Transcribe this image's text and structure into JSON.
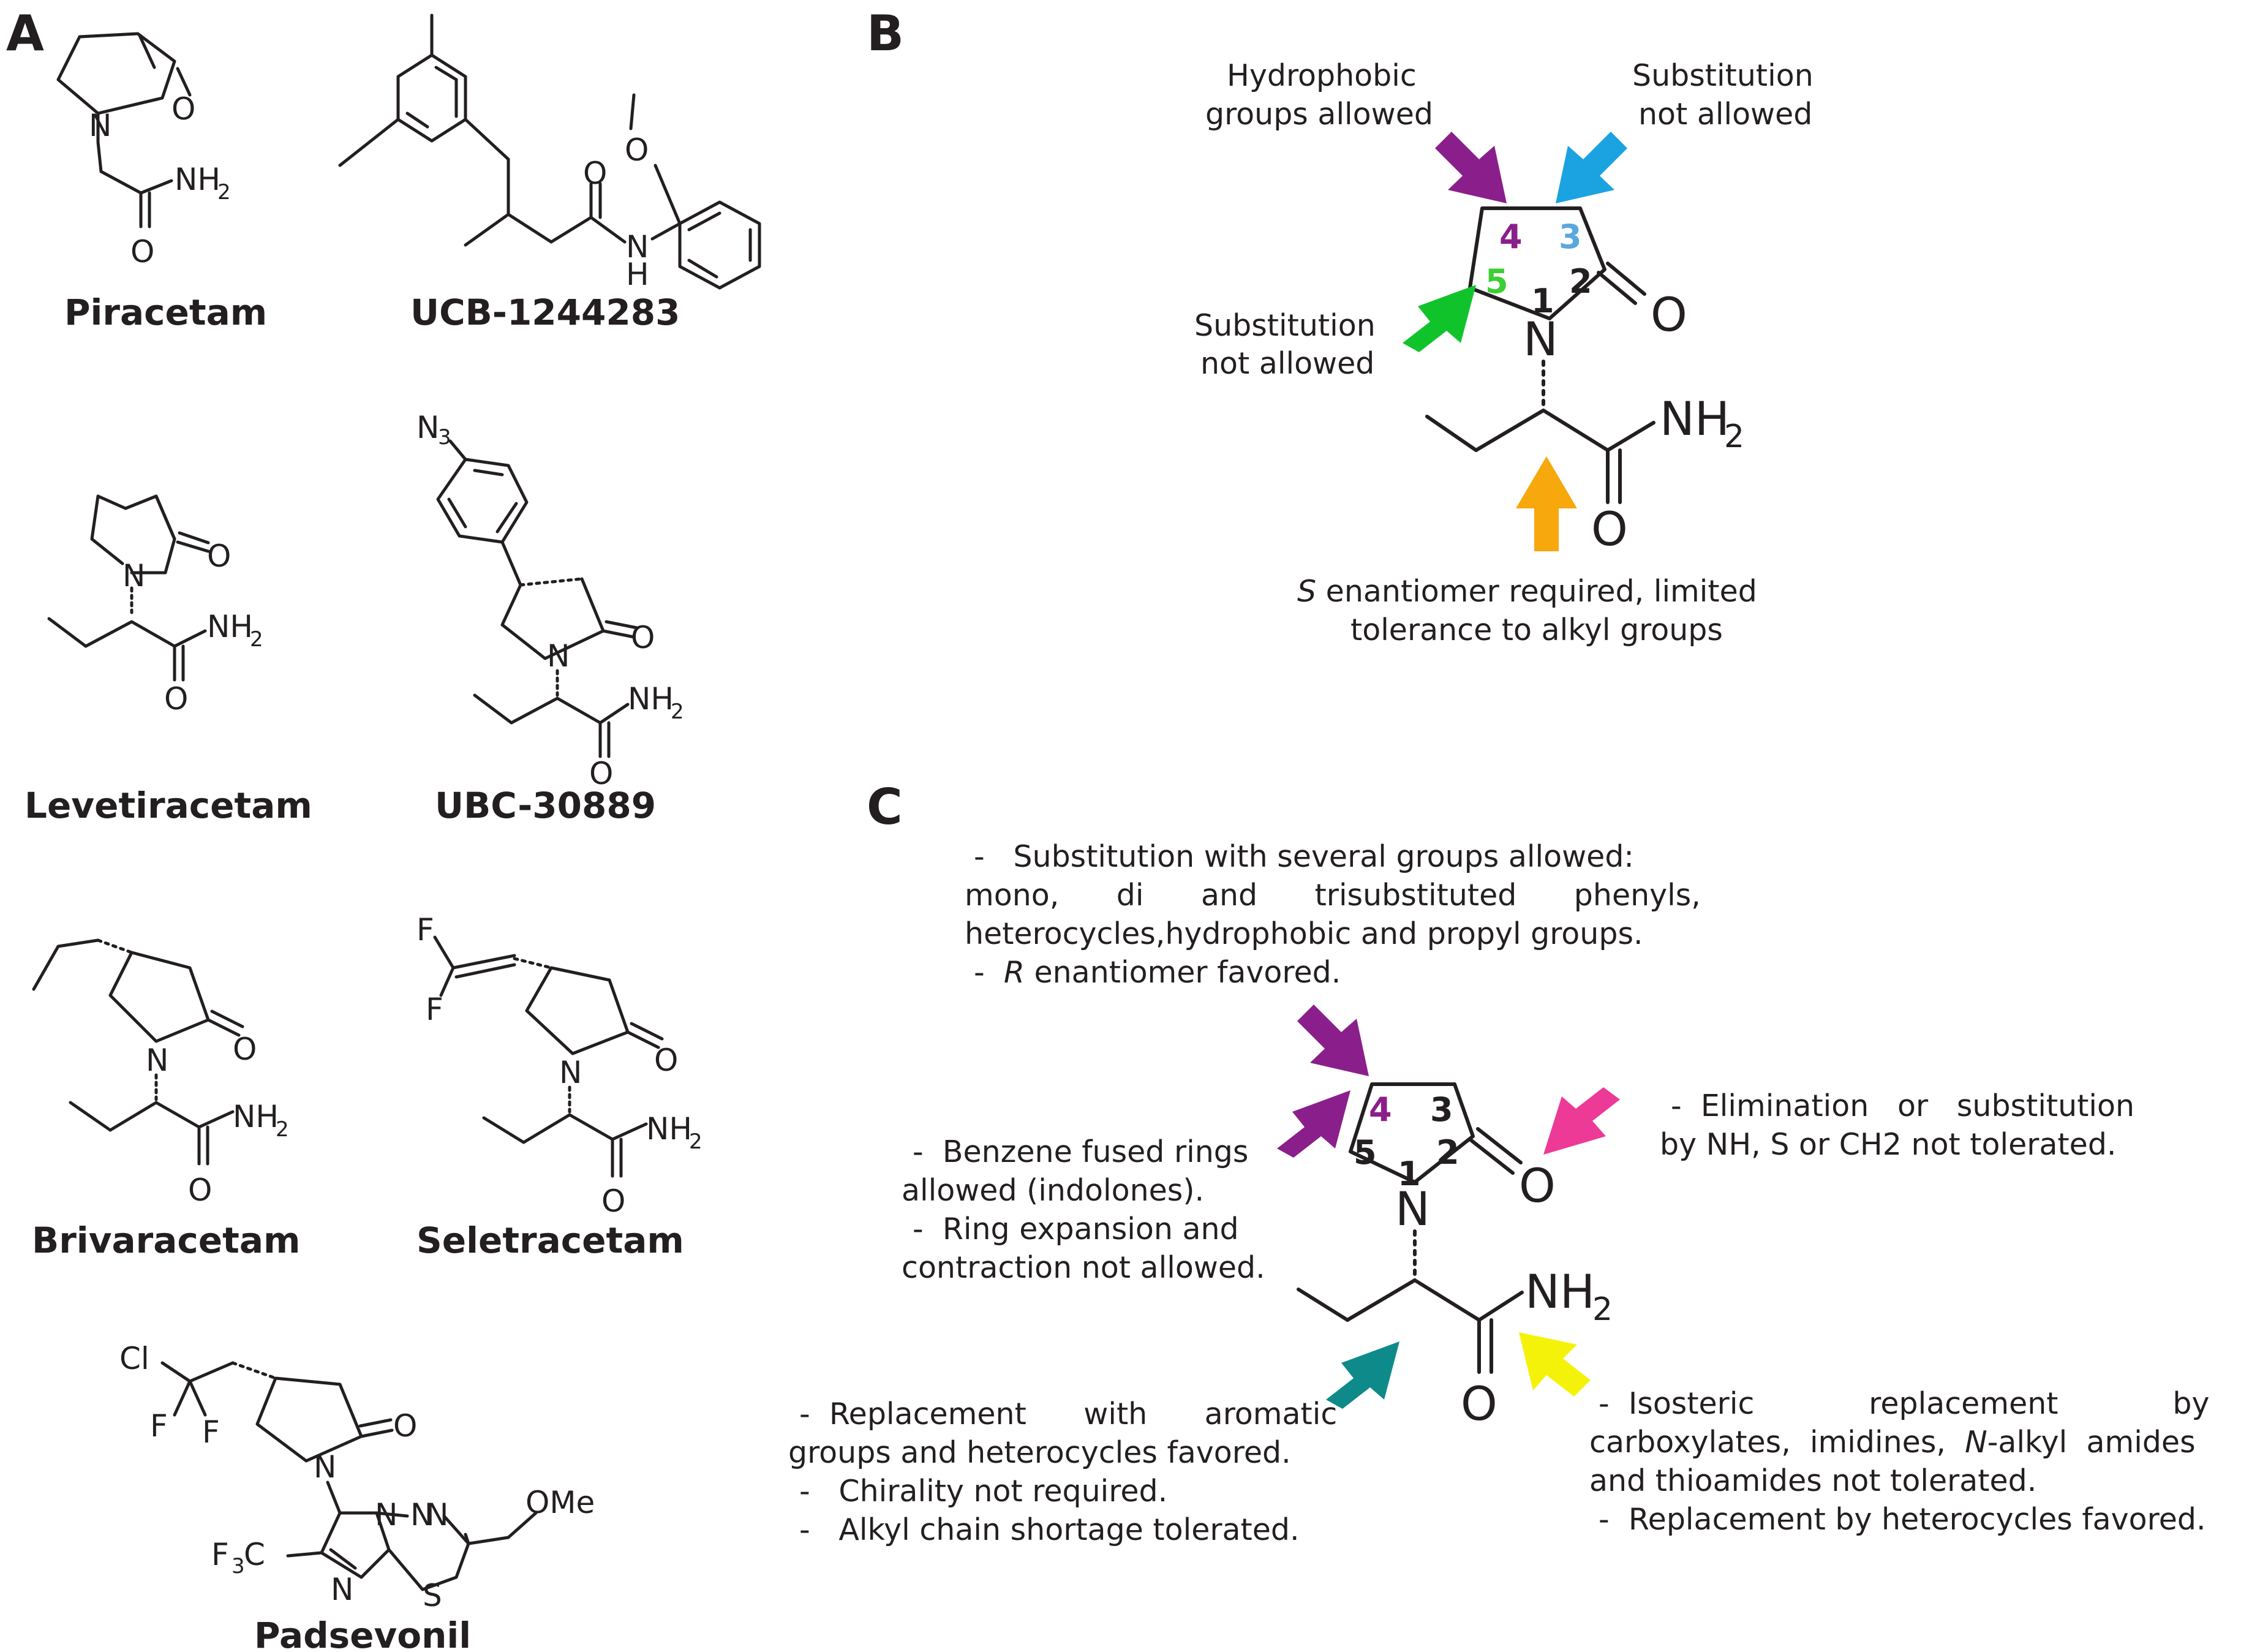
{
  "panels": {
    "a": "A",
    "b": "B",
    "c": "C"
  },
  "atoms": {
    "o": "O",
    "n": "N",
    "s": "S",
    "nh": "NH",
    "h": "H",
    "h2": "2",
    "n3sub": "3",
    "three": "3",
    "cl": "Cl",
    "f": "F",
    "c": "C",
    "ome": "OMe"
  },
  "compounds": {
    "piracetam": "Piracetam",
    "ucb": "UCB-1244283",
    "levetiracetam": "Levetiracetam",
    "ubc": "UBC-30889",
    "brivaracetam": "Brivaracetam",
    "seletracetam": "Seletracetam",
    "padsevonil": "Padsevonil"
  },
  "ring_numbers": [
    "1",
    "2",
    "3",
    "4",
    "5"
  ],
  "colors": {
    "purple": "#8a1f8c",
    "blue": "#1aa3e0",
    "green": "#11c32a",
    "orange": "#f7a80d",
    "magenta": "#ec3a96",
    "teal": "#0f8a8a",
    "yellow": "#f5f20a",
    "blue_number": "#5aa8de",
    "green_number": "#3ccf33"
  },
  "panel_b": {
    "pos4_line1": "Hydrophobic",
    "pos4_line2": "groups allowed",
    "pos3_line1": "Substitution",
    "pos3_line2": "not allowed",
    "pos5_line1": "Substitution",
    "pos5_line2": "not allowed",
    "chiral_line1_italic": "S",
    "chiral_line1_rest": " enantiomer required, limited",
    "chiral_line2": "tolerance to alkyl groups"
  },
  "panel_c": {
    "pos4": [
      "-   Substitution with several groups allowed:",
      "mono,      di      and      trisubstituted      phenyls,",
      "heterocycles,hydrophobic and propyl groups."
    ],
    "pos4_last_prefix": "-  ",
    "pos4_last_italic": "R",
    "pos4_last_rest": " enantiomer favored.",
    "carbonyl": [
      "-  Elimination   or   substitution",
      "by NH, S or CH2 not tolerated."
    ],
    "ring": [
      "-  Benzene fused rings",
      "allowed (indolones).",
      "-  Ring expansion and",
      "contraction not allowed."
    ],
    "ethyl": [
      "-  Replacement      with      aromatic",
      "groups and heterocycles favored.",
      "-   Chirality not required.",
      "-   Alkyl chain shortage tolerated."
    ],
    "amide_line1": "-  Isosteric            replacement            by",
    "amide_line2": "carboxylates,  imidines,  ",
    "amide_line2_italic": "N",
    "amide_line2_rest": "-alkyl  amides",
    "amide_line3": "and thioamides not tolerated.",
    "amide_line4": "-  Replacement by heterocycles favored."
  }
}
